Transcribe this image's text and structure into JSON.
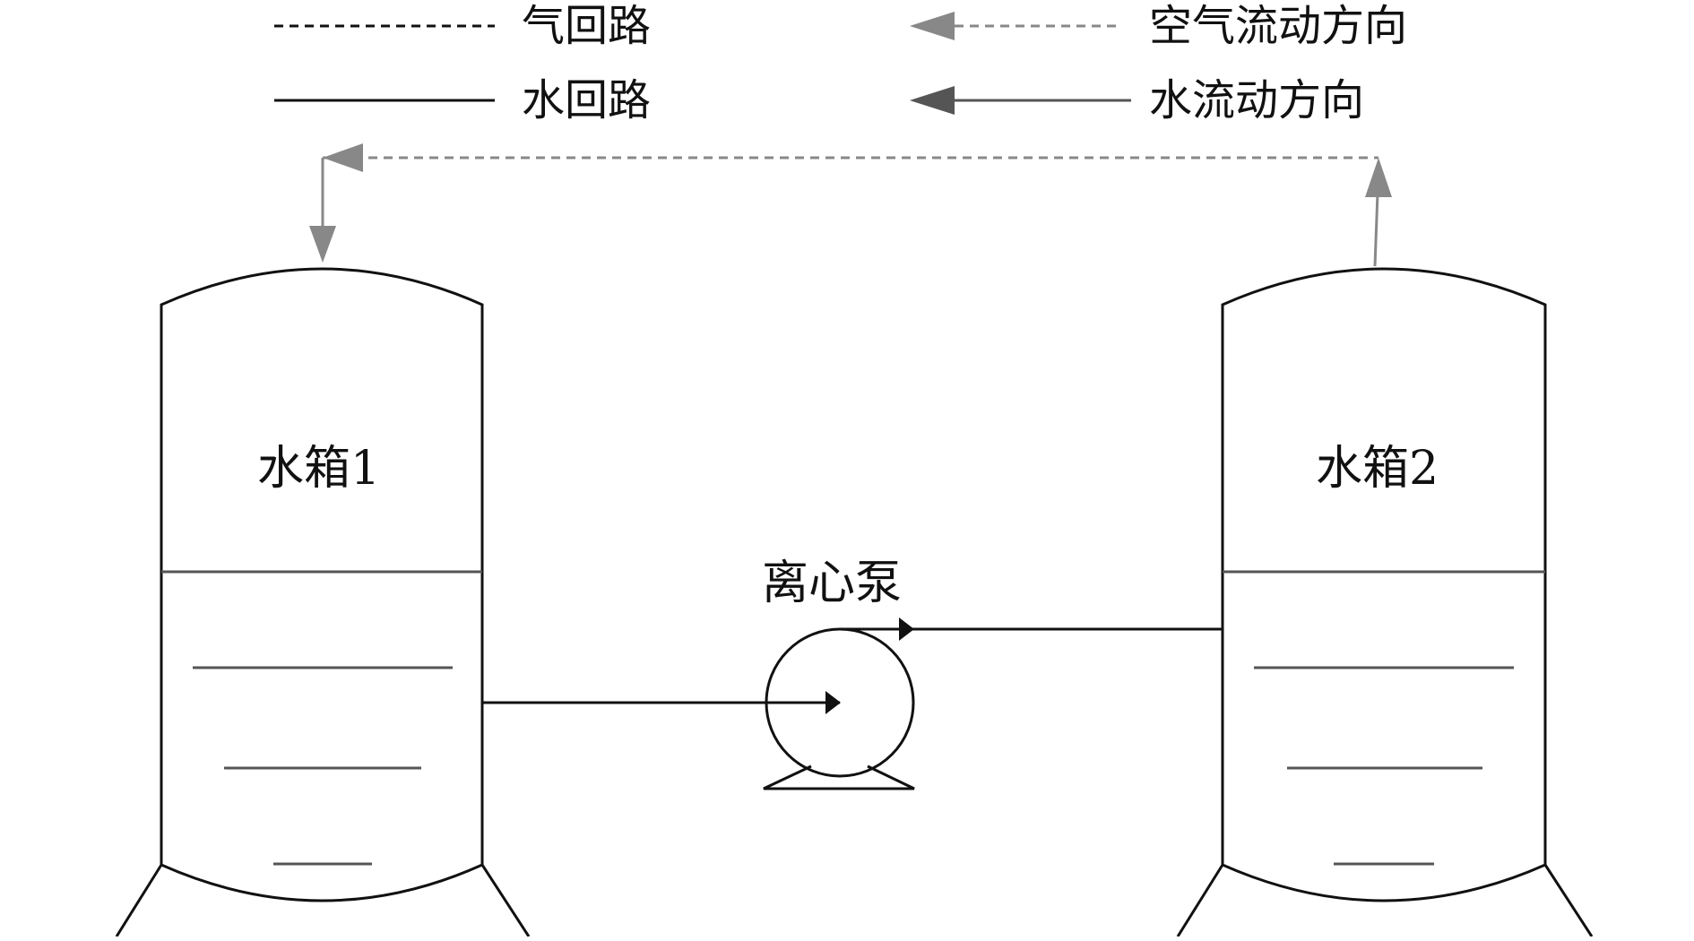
{
  "legend": {
    "air_loop_label": "气回路",
    "water_loop_label": "水回路",
    "air_flow_label": "空气流动方向",
    "water_flow_label": "水流动方向"
  },
  "tanks": {
    "tank1_label": "水箱1",
    "tank2_label": "水箱2"
  },
  "pump": {
    "label": "离心泵"
  },
  "colors": {
    "line": "#111111",
    "air": "#888888",
    "water_level": "#555555"
  }
}
